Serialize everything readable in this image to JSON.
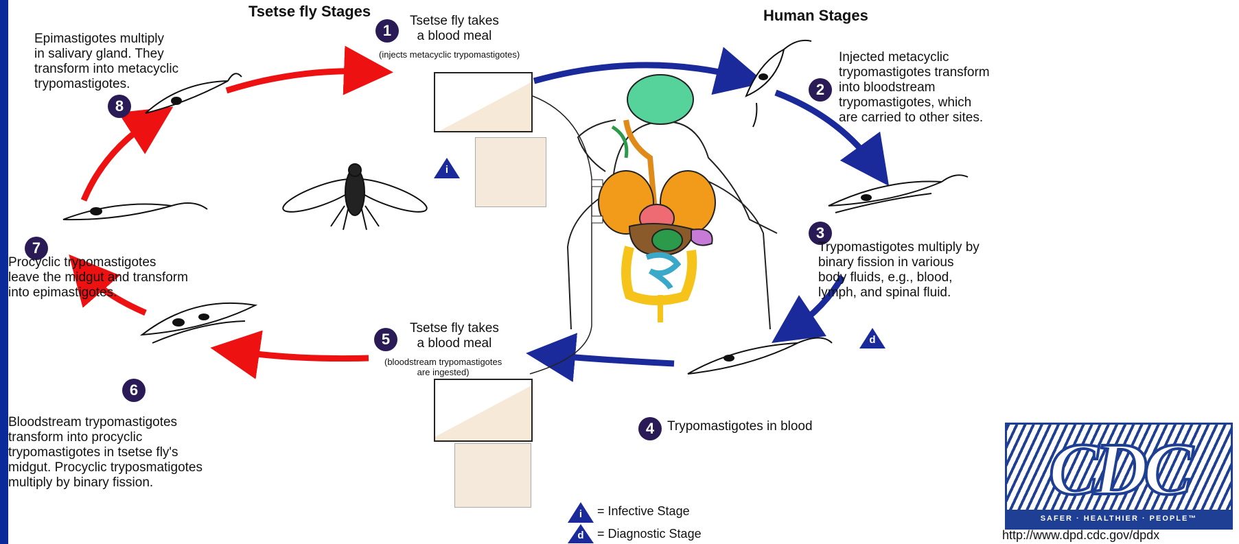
{
  "headers": {
    "tsetse": "Tsetse fly Stages",
    "human": "Human Stages"
  },
  "stages": [
    {
      "num": "1",
      "title": "Tsetse fly takes\na blood meal",
      "note": "(injects metacyclic trypomastigotes)"
    },
    {
      "num": "2",
      "text": "Injected metacyclic\ntrypomastigotes transform\ninto bloodstream\ntrypomastigotes, which\nare carried to other sites."
    },
    {
      "num": "3",
      "text": "Trypomastigotes multiply by\nbinary fission in various\nbody fluids, e.g., blood,\nlymph, and spinal fluid."
    },
    {
      "num": "4",
      "text": "Trypomastigotes in blood"
    },
    {
      "num": "5",
      "title": "Tsetse fly takes\na blood meal",
      "note": "(bloodstream trypomastigotes\nare ingested)"
    },
    {
      "num": "6",
      "text": "Bloodstream trypomastigotes\ntransform into procyclic\ntrypomastigotes in tsetse fly's\nmidgut. Procyclic tryposmatigotes\nmultiply by binary fission."
    },
    {
      "num": "7",
      "text": "Procyclic trypomastigotes\nleave the midgut and transform\ninto epimastigotes."
    },
    {
      "num": "8",
      "text": "Epimastigotes multiply\nin salivary gland. They\ntransform into metacyclic\ntrypomastigotes."
    }
  ],
  "legend": {
    "infective_symbol": "i",
    "infective_label": "= Infective Stage",
    "diagnostic_symbol": "d",
    "diagnostic_label": "= Diagnostic Stage"
  },
  "logo": {
    "name": "CDC",
    "tagline": "SAFER · HEALTHIER · PEOPLE™"
  },
  "url": "http://www.dpd.cdc.gov/dpdx",
  "colors": {
    "tsetse_arrows": "#ee1111",
    "human_arrows": "#1a2a9a",
    "number_badge": "#2a1a55",
    "stage_triangle": "#1a2a9a",
    "background_frame": "#0b3fd6"
  }
}
